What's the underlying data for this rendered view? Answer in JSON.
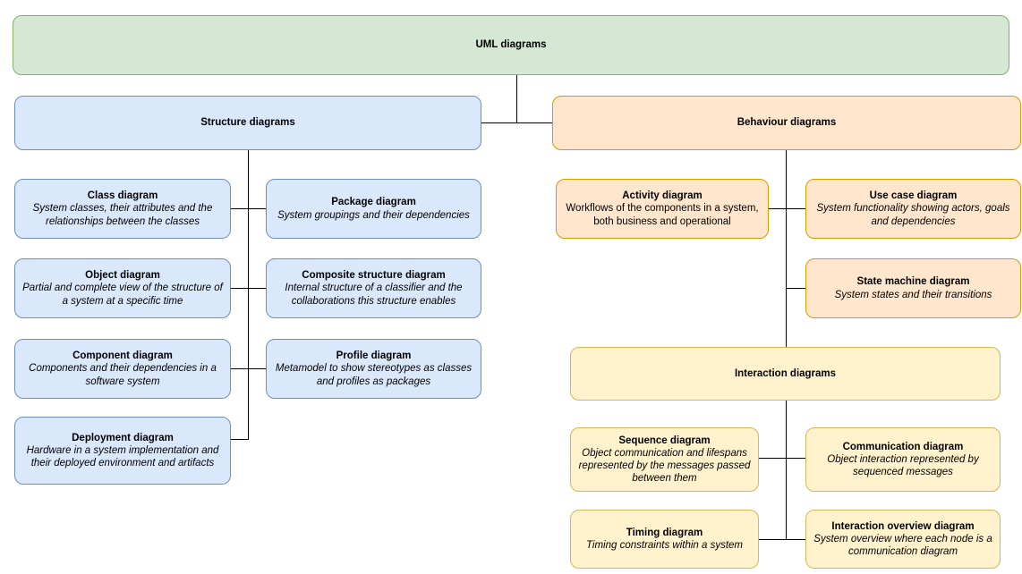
{
  "diagram": {
    "title": "UML diagrams",
    "palette": {
      "green_fill": "#d5e8d4",
      "green_stroke": "#82b366",
      "blue_fill": "#dae8fc",
      "blue_stroke": "#6c8ebf",
      "orange_fill": "#ffe6cc",
      "orange_stroke": "#d79b00",
      "yellow_fill": "#fff2cc",
      "yellow_stroke": "#d6b656",
      "line": "#000000"
    }
  },
  "root": {
    "label": "UML diagrams"
  },
  "structure": {
    "label": "Structure diagrams",
    "children": [
      {
        "label": "Class diagram",
        "desc": "System classes, their attributes and  the relationships between the classes"
      },
      {
        "label": "Package diagram",
        "desc": "System groupings and their dependencies"
      },
      {
        "label": "Object diagram",
        "desc": "Partial and complete view of the structure of a system at a specific time"
      },
      {
        "label": "Composite structure diagram",
        "desc": "Internal structure of a classifier and the collaborations this structure enables"
      },
      {
        "label": "Component diagram",
        "desc": "Components and their dependencies in a software system"
      },
      {
        "label": "Profile diagram",
        "desc": "Metamodel to show stereotypes as classes and profiles as packages"
      },
      {
        "label": "Deployment diagram",
        "desc": "Hardware in a system implementation and their deployed environment and artifacts"
      }
    ]
  },
  "behaviour": {
    "label": "Behaviour diagrams",
    "children": [
      {
        "label": "Activity diagram",
        "desc": "Workflows of the components in a system, both business and operational"
      },
      {
        "label": "Use case diagram",
        "desc": "System functionality showing actors, goals and dependencies"
      },
      {
        "label": "State machine diagram",
        "desc": "System states and their transitions"
      }
    ]
  },
  "interaction": {
    "label": "Interaction diagrams",
    "children": [
      {
        "label": "Sequence diagram",
        "desc": "Object communication and lifespans represented by the messages passed between them"
      },
      {
        "label": "Communication diagram",
        "desc": "Object interaction represented by sequenced messages"
      },
      {
        "label": "Timing diagram",
        "desc": "Timing constraints within a system"
      },
      {
        "label": "Interaction overview diagram",
        "desc": "System overview where each node is a communication diagram"
      }
    ]
  }
}
